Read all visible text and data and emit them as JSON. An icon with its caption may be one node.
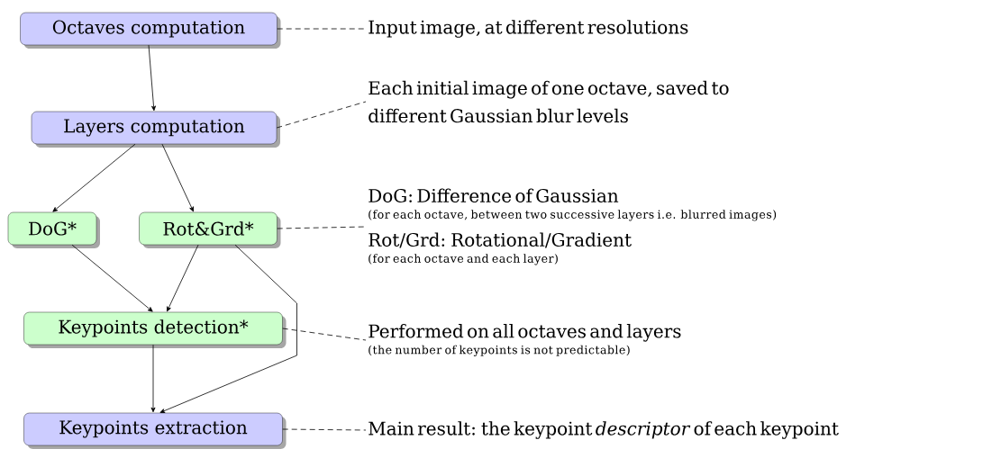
{
  "diagram": {
    "nodes": [
      {
        "text": [
          "Octaves computation"
        ]
      },
      {
        "text": [
          "Layers computation"
        ]
      },
      {
        "text": [
          "DoG*"
        ]
      },
      {
        "text": [
          "Rot&Grd*"
        ]
      },
      {
        "text": [
          "Keypoints detection*"
        ]
      },
      {
        "text": [
          "Keypoints extraction"
        ]
      },
      {
        "text": [
          "Input image, at different resolutions"
        ]
      },
      {
        "text": [
          "Each initial image of one octave, saved to different Gaussian blur levels"
        ]
      },
      {
        "text": [
          "DoG: Difference of Gaussian",
          "(for each octave, between two successive layers i.e. blurred images)",
          "Rot/Grd: Rotational/Gradient",
          "(for each octave and each layer)"
        ]
      },
      {
        "text": [
          "Performed on all octaves and layers",
          "(the number of keypoints is not predictable)"
        ]
      },
      {
        "text": [
          "Main result: the keypoint *descriptor* of each keypoint"
        ]
      }
    ],
    "edges": [
      {
        "from": 0,
        "to": 1,
        "arrow": "to"
      },
      {
        "from": 1,
        "to": 2,
        "arrow": "to"
      },
      {
        "from": 1,
        "to": 3,
        "arrow": "to"
      },
      {
        "from": 2,
        "to": 4,
        "arrow": "to"
      },
      {
        "from": 3,
        "to": 4,
        "arrow": "to"
      },
      {
        "from": 3,
        "to": 5,
        "arrow": "to"
      },
      {
        "from": 4,
        "to": 5,
        "arrow": "to"
      },
      {
        "from": 0,
        "to": 6,
        "arrow": "none",
        "style": "dashed"
      },
      {
        "from": 1,
        "to": 7,
        "arrow": "none",
        "style": "dashed"
      },
      {
        "from": 3,
        "to": 8,
        "arrow": "none",
        "style": "dashed"
      },
      {
        "from": 4,
        "to": 9,
        "arrow": "none",
        "style": "dashed"
      },
      {
        "from": 5,
        "to": 10,
        "arrow": "none",
        "style": "dashed"
      }
    ]
  }
}
